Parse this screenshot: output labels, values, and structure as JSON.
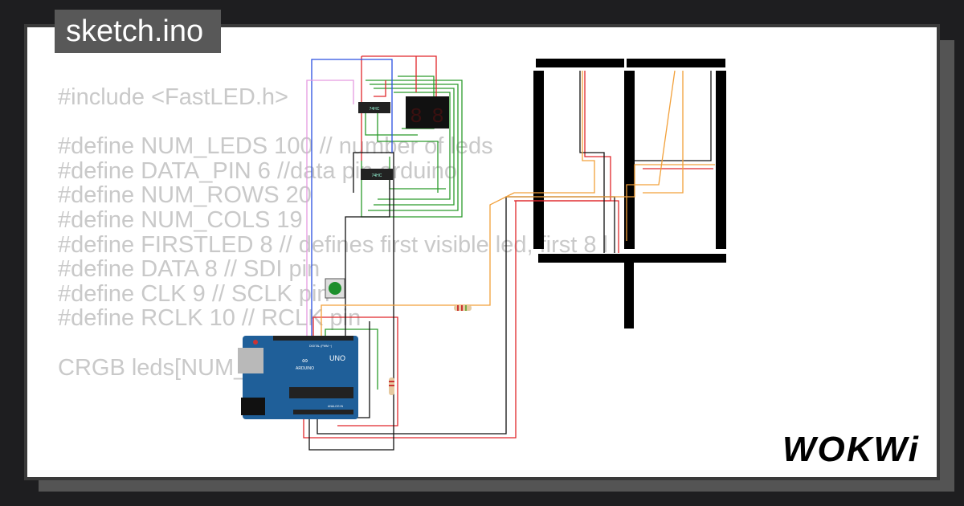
{
  "title": "sketch.ino",
  "code_lines": [
    "#include <FastLED.h>",
    "",
    "#define NUM_LEDS 100 // number of leds",
    "#define DATA_PIN 6 //data pin arduino",
    "#define NUM_ROWS 20",
    "#define NUM_COLS 19",
    "#define FIRSTLED 8 // defines first visible led, first 8 l",
    "#define DATA 8 // SDI pin",
    "#define CLK 9 // SCLK pin",
    "#define RCLK 10 // RCLK pin",
    "",
    "CRGB leds[NUM_LEDS];"
  ],
  "board": {
    "name": "UNO",
    "brand": "ARDUINO",
    "header_label": "DIGITAL (PWM ~)",
    "analog_label": "ANALOG IN"
  },
  "logo": {
    "text": "WOKWi"
  },
  "colors": {
    "background": "#1e1e20",
    "card": "#ffffff",
    "code": "#c9c9c9",
    "title_bg": "#585858",
    "board": "#1f5f99",
    "wire_red": "#e0262a",
    "wire_green": "#2b9b2b",
    "wire_black": "#111111",
    "wire_orange": "#f2a03a",
    "wire_blue": "#2a4fe0",
    "wire_pink": "#e59ae0",
    "button": "#1d8f2c"
  }
}
